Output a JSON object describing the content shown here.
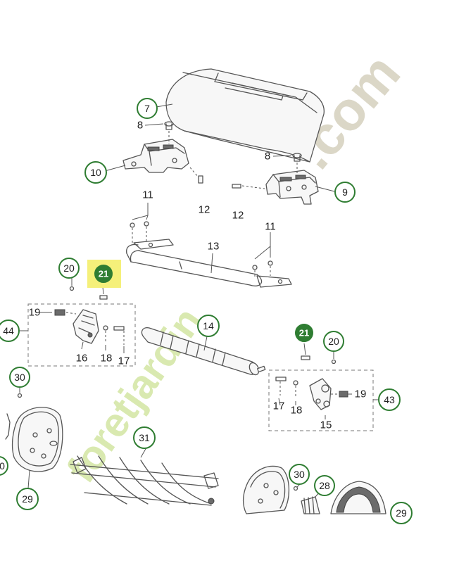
{
  "watermark": {
    "brand_text": "foretjardin",
    "domain_text": ".com",
    "brand_color": "#d3e6a3",
    "domain_color": "#d8d3c2"
  },
  "highlight_color": "#f5f07a",
  "accent_color": "#2f7d32",
  "callouts": {
    "c7": "7",
    "c10": "10",
    "c9": "9",
    "c20a": "20",
    "c21a": "21",
    "c44": "44",
    "c14": "14",
    "c21b": "21",
    "c20b": "20",
    "c43": "43",
    "c30a": "30",
    "c31": "31",
    "c29": "29",
    "c30b": "30",
    "c28": "28",
    "c29r": "29",
    "c0l": "0"
  },
  "labels": {
    "l8a": "8",
    "l8b": "8",
    "l11a": "11",
    "l11b": "11",
    "l12a": "12",
    "l12b": "12",
    "l13": "13",
    "l19a": "19",
    "l16": "16",
    "l18a": "18",
    "l17a": "17",
    "l17b": "17",
    "l18b": "18",
    "l15": "15",
    "l19b": "19"
  }
}
